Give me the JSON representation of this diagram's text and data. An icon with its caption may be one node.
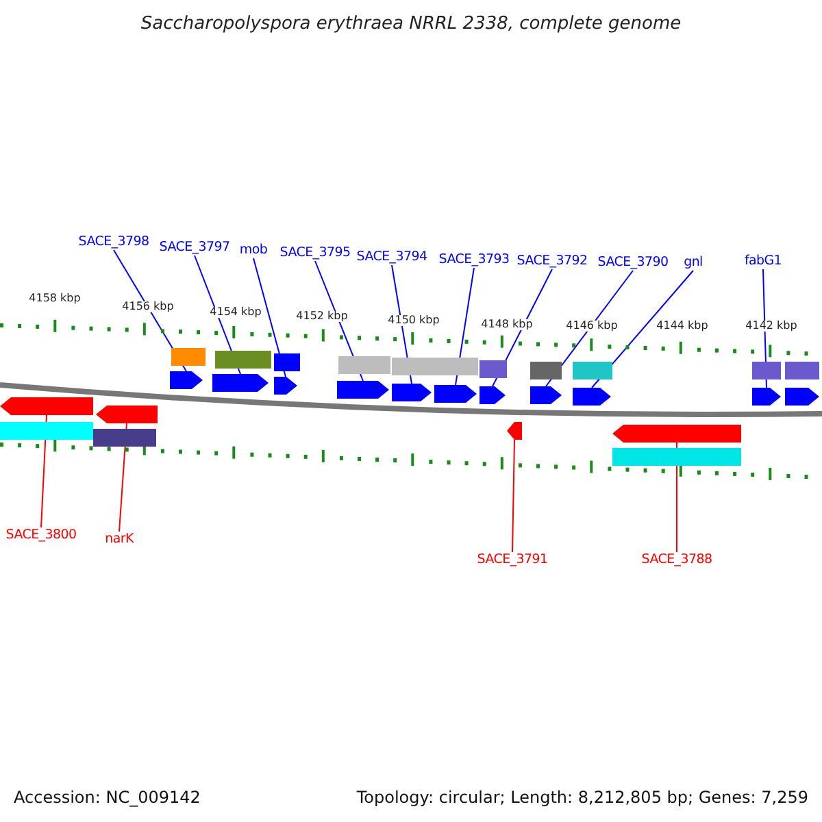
{
  "diagram": {
    "title": "Saccharopolyspora erythraea NRRL 2338, complete genome",
    "nodes": [
      {
        "text": [
          "SACE_3798"
        ]
      },
      {
        "text": [
          "SACE_3797"
        ]
      },
      {
        "text": [
          "mob"
        ]
      },
      {
        "text": [
          "SACE_3795"
        ]
      },
      {
        "text": [
          "SACE_3794"
        ]
      },
      {
        "text": [
          "SACE_3793"
        ]
      },
      {
        "text": [
          "SACE_3792"
        ]
      },
      {
        "text": [
          "SACE_3790"
        ]
      },
      {
        "text": [
          "gnl"
        ]
      },
      {
        "text": [
          "fabG1"
        ]
      },
      {
        "text": [
          "SACE_3800"
        ]
      },
      {
        "text": [
          "narK"
        ]
      },
      {
        "text": [
          "SACE_3791"
        ]
      },
      {
        "text": [
          "SACE_3788"
        ]
      },
      {
        "text": [],
        "shape": "arrow"
      },
      {
        "text": [],
        "shape": "arrow"
      },
      {
        "text": [],
        "shape": "arrow"
      },
      {
        "text": [],
        "shape": "arrow"
      },
      {
        "text": [],
        "shape": "arrow"
      },
      {
        "text": [],
        "shape": "arrow"
      },
      {
        "text": [],
        "shape": "arrow"
      },
      {
        "text": [],
        "shape": "arrow"
      },
      {
        "text": [],
        "shape": "arrow"
      },
      {
        "text": [],
        "shape": "arrow"
      },
      {
        "text": [],
        "shape": "arrow"
      },
      {
        "text": [],
        "shape": "arrow"
      },
      {
        "text": [],
        "shape": "arrow"
      },
      {
        "text": [],
        "shape": "arrow"
      },
      {
        "text": [],
        "shape": "arrow"
      }
    ],
    "edges": [
      {
        "from": 0,
        "to": 14,
        "arrow": "none"
      },
      {
        "from": 1,
        "to": 15,
        "arrow": "none"
      },
      {
        "from": 2,
        "to": 16,
        "arrow": "none"
      },
      {
        "from": 3,
        "to": 17,
        "arrow": "none"
      },
      {
        "from": 4,
        "to": 18,
        "arrow": "none"
      },
      {
        "from": 5,
        "to": 19,
        "arrow": "none"
      },
      {
        "from": 6,
        "to": 20,
        "arrow": "none"
      },
      {
        "from": 7,
        "to": 21,
        "arrow": "none"
      },
      {
        "from": 8,
        "to": 22,
        "arrow": "none"
      },
      {
        "from": 9,
        "to": 23,
        "arrow": "none"
      },
      {
        "from": 10,
        "to": 25,
        "arrow": "none",
        "color": "#ff0000"
      },
      {
        "from": 11,
        "to": 26,
        "arrow": "none",
        "color": "#ff0000"
      },
      {
        "from": 12,
        "to": 27,
        "arrow": "none",
        "color": "#ff0000"
      },
      {
        "from": 13,
        "to": 28,
        "arrow": "none",
        "color": "#ff0000"
      }
    ],
    "labels": [
      "4158 kbp",
      "4156 kbp",
      "4154 kbp",
      "4152 kbp",
      "4150 kbp",
      "4148 kbp",
      "4146 kbp",
      "4144 kbp",
      "4142 kbp",
      "Accession: NC_009142",
      "Topology: circular; Length: 8,212,805 bp; Genes: 7,259"
    ]
  }
}
